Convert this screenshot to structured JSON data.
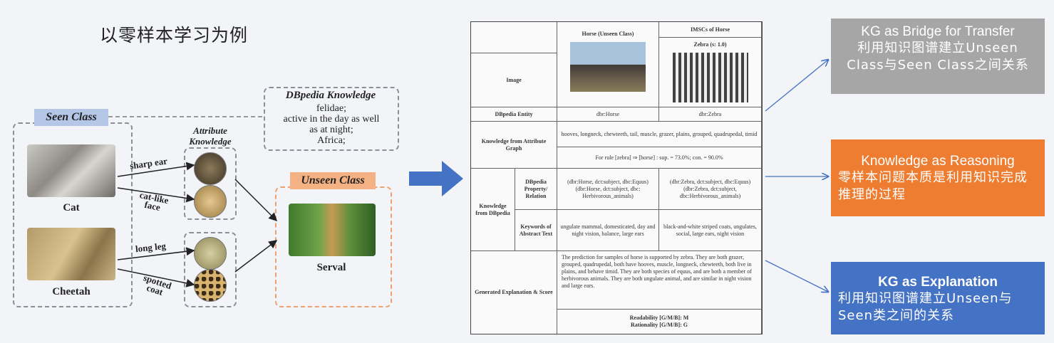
{
  "slide": {
    "title": "以零样本学习为例"
  },
  "diagram": {
    "seen_class": "Seen Class",
    "attribute_knowledge": "Attribute Knowledge",
    "dbpedia_knowledge": {
      "title": "DBpedia Knowledge",
      "lines": [
        "felidae;",
        "active in the day as well",
        "as at night;",
        "Africa;"
      ]
    },
    "unseen_class": "Unseen Class",
    "animals": {
      "cat": "Cat",
      "cheetah": "Cheetah",
      "serval": "Serval"
    },
    "edges": {
      "sharp_ear": "sharp ear",
      "cat_like_face": "cat-like face",
      "long_leg": "long leg",
      "spotted_coat": "spotted coat"
    }
  },
  "table": {
    "header_horse": "Horse (Unseen Class)",
    "header_imscs": "IMSCs of Horse",
    "header_zebra": "Zebra (s: 1.0)",
    "row_image": "Image",
    "row_entity": "DBpedia Entity",
    "entity_horse": "dbr:Horse",
    "entity_zebra": "dbr:Zebra",
    "row_attr": "Knowledge from Attribute Graph",
    "attr_text": "hooves, longneck, chewteeth, tail, muscle, grazer, plains, grouped, quadrupedal, timid",
    "rule_text": "For rule [zebra] ⇒ [horse] : sup. = 73.0%; con. = 90.0%",
    "row_kdb": "Knowledge from DBpedia",
    "row_prop": "DBpedia Property/ Relation",
    "prop_horse": "(dbr:Horse, dct:subject, dbc:Equus) (dbr:Horse, dct:subject, dbc: Herbivorous_animals)",
    "prop_zebra": "(dbr:Zebra, dct:subject, dbc:Equus) (dbr:Zebra, dct:subject, dbc:Herbivorous_animals)",
    "row_keywords": "Keywords of Abstract Text",
    "kw_horse": "ungulate mammal, domesticated, day and night vision, balance, large ears",
    "kw_zebra": "black-and-white striped coats, ungulates, social, large ears, night vision",
    "row_gen": "Generated Explanation & Score",
    "gen_text": "The prediction for samples of horse is supported by zebra. They are both grazer, grouped, quadrupedal, both have hooves, muscle, longneck, chewteeth, both live in plains, and behave timid. They are both species of equus, and are both a member of herbivorous animals. They are both ungulate animal, and are similar in night vision and large ears.",
    "readability": "Readability [G/M/B]: M",
    "rationality": "Rationality [G/M/B]: G"
  },
  "boxes": [
    {
      "heading": "KG as Bridge for Transfer",
      "body": "利用知识图谱建立Unseen Class与Seen Class之间关系",
      "color": "#a6a6a6"
    },
    {
      "heading": "Knowledge as Reasoning",
      "body": "零样本问题本质是利用知识完成推理的过程",
      "color": "#ee7d31"
    },
    {
      "heading": "KG as Explanation",
      "body": "利用知识图谱建立Unseen与Seen类之间的关系",
      "color": "#4472c4"
    }
  ],
  "colors": {
    "seen_tag": "#b4c7e7",
    "unseen_tag": "#f4b183",
    "arrow": "#4472c4"
  }
}
